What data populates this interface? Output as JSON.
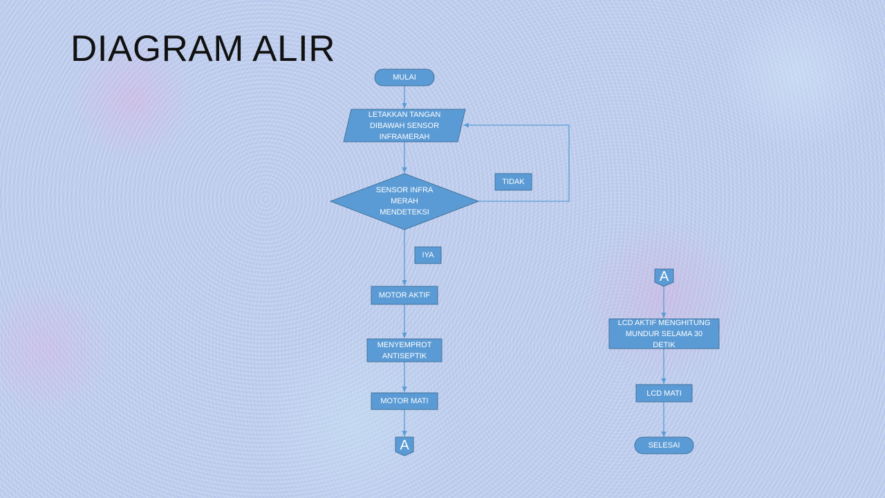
{
  "title": "DIAGRAM ALIR",
  "colors": {
    "node_fill": "#5b9bd5",
    "node_stroke": "#41719c",
    "text": "#ffffff",
    "title": "#111111"
  },
  "nodes": {
    "mulai": "MULAI",
    "input": "LETAKKAN  TANGAN\nDIBAWAH SENSOR\nINFRAMERAH",
    "decision": "SENSOR INFRA\nMERAH\nMENDETEKSI",
    "tidak": "TIDAK",
    "iya": "IYA",
    "motor_aktif": "MOTOR AKTIF",
    "menyemprot": "MENYEMPROT\nANTISEPTIK",
    "motor_mati": "MOTOR MATI",
    "connector_out": "A",
    "connector_in": "A",
    "lcd_aktif": "LCD AKTIF MENGHITUNG\nMUNDUR SELAMA  30\nDETIK",
    "lcd_mati": "LCD MATI",
    "selesai": "SELESAI"
  }
}
